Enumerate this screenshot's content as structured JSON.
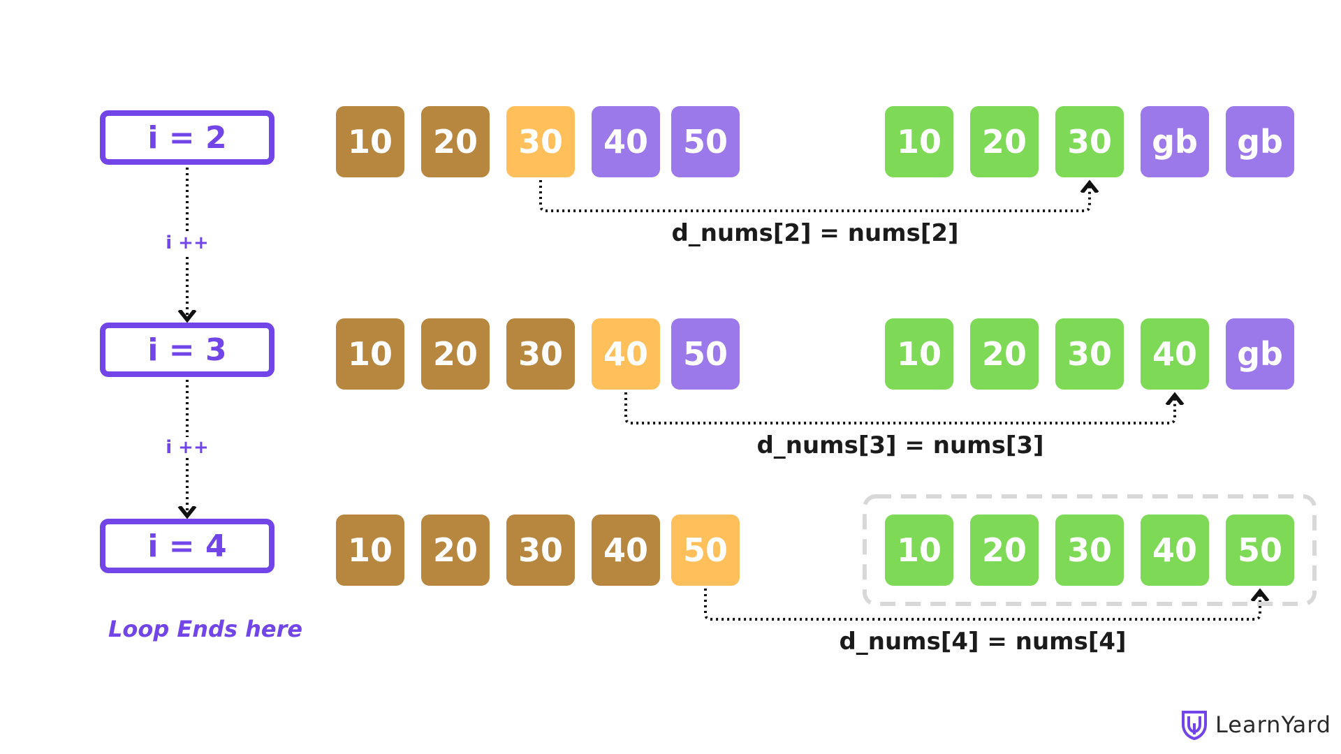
{
  "steps": [
    {
      "label": "i = 2",
      "incr_label": "i ++",
      "nums": [
        {
          "v": "10",
          "s": "done"
        },
        {
          "v": "20",
          "s": "done"
        },
        {
          "v": "30",
          "s": "cur"
        },
        {
          "v": "40",
          "s": "pend"
        },
        {
          "v": "50",
          "s": "pend"
        }
      ],
      "d_nums": [
        {
          "v": "10",
          "s": "copy"
        },
        {
          "v": "20",
          "s": "copy"
        },
        {
          "v": "30",
          "s": "copy"
        },
        {
          "v": "gb",
          "s": "gb"
        },
        {
          "v": "gb",
          "s": "gb"
        }
      ],
      "src_index": 2,
      "dst_index": 2,
      "assignment": "d_nums[2] = nums[2]"
    },
    {
      "label": "i = 3",
      "incr_label": "i ++",
      "nums": [
        {
          "v": "10",
          "s": "done"
        },
        {
          "v": "20",
          "s": "done"
        },
        {
          "v": "30",
          "s": "done"
        },
        {
          "v": "40",
          "s": "cur"
        },
        {
          "v": "50",
          "s": "pend"
        }
      ],
      "d_nums": [
        {
          "v": "10",
          "s": "copy"
        },
        {
          "v": "20",
          "s": "copy"
        },
        {
          "v": "30",
          "s": "copy"
        },
        {
          "v": "40",
          "s": "copy"
        },
        {
          "v": "gb",
          "s": "gb"
        }
      ],
      "src_index": 3,
      "dst_index": 3,
      "assignment": "d_nums[3] = nums[3]"
    },
    {
      "label": "i = 4",
      "incr_label": "",
      "nums": [
        {
          "v": "10",
          "s": "done"
        },
        {
          "v": "20",
          "s": "done"
        },
        {
          "v": "30",
          "s": "done"
        },
        {
          "v": "40",
          "s": "done"
        },
        {
          "v": "50",
          "s": "cur"
        }
      ],
      "d_nums": [
        {
          "v": "10",
          "s": "copy"
        },
        {
          "v": "20",
          "s": "copy"
        },
        {
          "v": "30",
          "s": "copy"
        },
        {
          "v": "40",
          "s": "copy"
        },
        {
          "v": "50",
          "s": "copy"
        }
      ],
      "src_index": 4,
      "dst_index": 4,
      "assignment": "d_nums[4] = nums[4]",
      "final_highlight": true
    }
  ],
  "loop_end_label": "Loop Ends here",
  "brand": {
    "name": "LearnYard",
    "logo_icon": "learnyard-shield-icon"
  },
  "colors": {
    "accent": "#7145e8",
    "done": "#b7873f",
    "current": "#ffbf5a",
    "pending": "#9b79ea",
    "copied": "#7ed957",
    "garbage": "#9b79ea"
  }
}
